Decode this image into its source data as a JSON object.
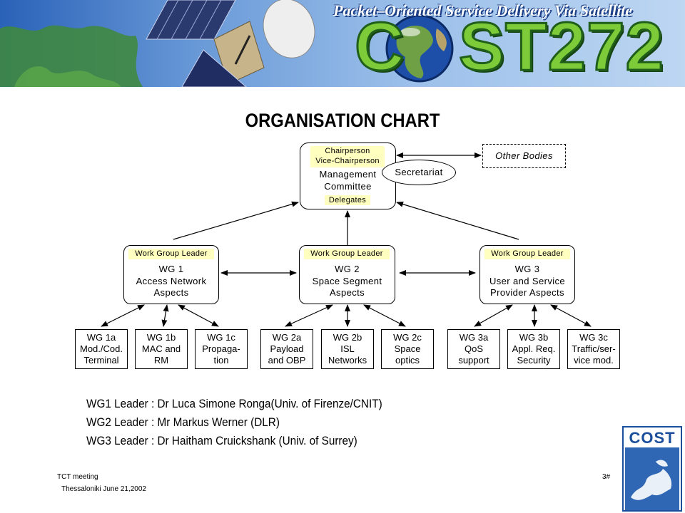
{
  "banner": {
    "tagline": "Packet–Oriented Service Delivery Via Satellite",
    "brand_prefix": "C",
    "brand_suffix": "ST272"
  },
  "title": "ORGANISATION CHART",
  "committee": {
    "role_top": "Chairperson",
    "role_vice": "Vice-Chairperson",
    "name_line1": "Management",
    "name_line2": "Committee",
    "delegates": "Delegates",
    "secretariat": "Secretariat",
    "other_bodies": "Other Bodies"
  },
  "work_groups": [
    {
      "leader_label": "Work Group Leader",
      "line1": "WG 1",
      "line2": "Access Network",
      "line3": "Aspects"
    },
    {
      "leader_label": "Work Group Leader",
      "line1": "WG 2",
      "line2": "Space Segment",
      "line3": "Aspects"
    },
    {
      "leader_label": "Work Group Leader",
      "line1": "WG 3",
      "line2": "User and Service",
      "line3": "Provider Aspects"
    }
  ],
  "sub_groups": [
    {
      "l1": "WG 1a",
      "l2": "Mod./Cod.",
      "l3": "Terminal"
    },
    {
      "l1": "WG 1b",
      "l2": "MAC and",
      "l3": "RM"
    },
    {
      "l1": "WG 1c",
      "l2": "Propaga-",
      "l3": "tion"
    },
    {
      "l1": "WG 2a",
      "l2": "Payload",
      "l3": "and OBP"
    },
    {
      "l1": "WG 2b",
      "l2": "ISL",
      "l3": "Networks"
    },
    {
      "l1": "WG 2c",
      "l2": "Space",
      "l3": "optics"
    },
    {
      "l1": "WG 3a",
      "l2": "QoS",
      "l3": "support"
    },
    {
      "l1": "WG 3b",
      "l2": "Appl. Req.",
      "l3": "Security"
    },
    {
      "l1": "WG 3c",
      "l2": "Traffic/ser-",
      "l3": "vice mod."
    }
  ],
  "leaders": [
    "WG1 Leader : Dr Luca Simone Ronga(Univ. of Firenze/CNIT)",
    "WG2 Leader : Mr Markus Werner (DLR)",
    "WG3 Leader : Dr Haitham Cruickshank (Univ. of Surrey)"
  ],
  "footer": {
    "meeting": "TCT meeting",
    "location_date": "Thessaloniki  June 21,2002",
    "page": "3#",
    "logo_text": "COST"
  },
  "colors": {
    "label_fill": "#ffffc0",
    "brand_green": "#7ecb3a",
    "banner_blue": "#2a62b8"
  }
}
